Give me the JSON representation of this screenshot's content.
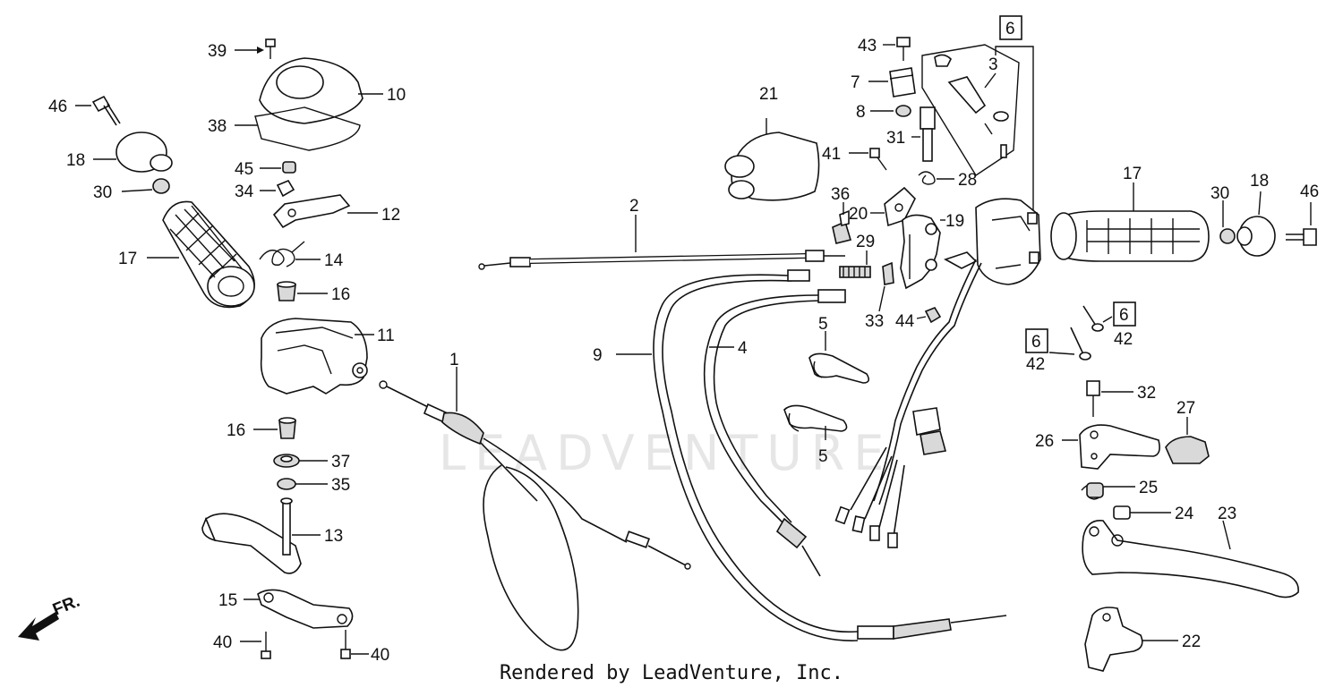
{
  "watermark": "LEADVENTURE",
  "footer": "Rendered by LeadVenture, Inc.",
  "front_indicator": "FR.",
  "callouts": {
    "c1": "1",
    "c2": "2",
    "c3": "3",
    "c4": "4",
    "c5a": "5",
    "c5b": "5",
    "c6a": "6",
    "c6b": "6",
    "c6c": "6",
    "c7": "7",
    "c8": "8",
    "c9": "9",
    "c10": "10",
    "c11": "11",
    "c12": "12",
    "c13": "13",
    "c14": "14",
    "c15": "15",
    "c16a": "16",
    "c16b": "16",
    "c17a": "17",
    "c17b": "17",
    "c18a": "18",
    "c18b": "18",
    "c19": "19",
    "c20": "20",
    "c21": "21",
    "c22": "22",
    "c23": "23",
    "c24": "24",
    "c25": "25",
    "c26": "26",
    "c27": "27",
    "c28": "28",
    "c29": "29",
    "c30a": "30",
    "c30b": "30",
    "c31": "31",
    "c32": "32",
    "c33": "33",
    "c34": "34",
    "c35": "35",
    "c36": "36",
    "c37": "37",
    "c38": "38",
    "c39": "39",
    "c40a": "40",
    "c40b": "40",
    "c41": "41",
    "c42a": "42",
    "c42b": "42",
    "c43": "43",
    "c44": "44",
    "c45": "45",
    "c46a": "46",
    "c46b": "46"
  }
}
